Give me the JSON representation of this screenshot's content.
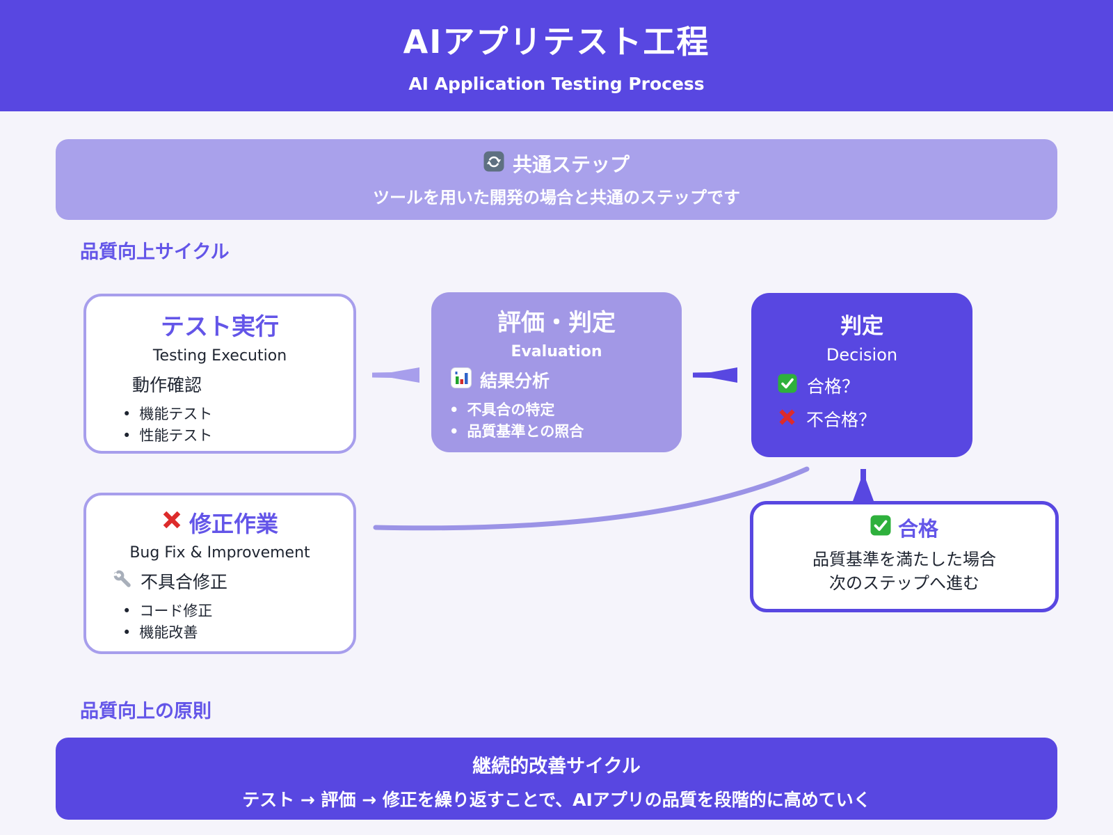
{
  "header": {
    "title": "AIアプリテスト工程",
    "subtitle": "AI Application Testing Process"
  },
  "common_step": {
    "icon": "refresh-icon",
    "title": "共通ステップ",
    "subtitle": "ツールを用いた開発の場合と共通のステップです"
  },
  "sections": {
    "cycle_heading": "品質向上サイクル",
    "principle_heading": "品質向上の原則"
  },
  "boxes": {
    "test_execution": {
      "title": "テスト実行",
      "subtitle": "Testing Execution",
      "lead": "動作確認",
      "bullets": [
        "機能テスト",
        "性能テスト"
      ]
    },
    "evaluation": {
      "title": "評価・判定",
      "subtitle": "Evaluation",
      "lead_icon": "bar-chart-icon",
      "lead": "結果分析",
      "bullets": [
        "不具合の特定",
        "品質基準との照合"
      ]
    },
    "decision": {
      "title": "判定",
      "subtitle": "Decision",
      "items": [
        {
          "icon": "check-icon",
          "label": "合格？"
        },
        {
          "icon": "cross-icon",
          "label": "不合格？"
        }
      ]
    },
    "bug_fix": {
      "title_icon": "cross-icon",
      "title": "修正作業",
      "subtitle": "Bug Fix & Improvement",
      "lead_icon": "wrench-icon",
      "lead": "不具合修正",
      "bullets": [
        "コード修正",
        "機能改善"
      ]
    },
    "pass": {
      "title_icon": "check-icon",
      "title": "合格",
      "lines": [
        "品質基準を満たした場合",
        "次のステップへ進む"
      ]
    }
  },
  "footer": {
    "title": "継続的改善サイクル",
    "subtitle": "テスト → 評価 → 修正を繰り返すことで、AIアプリの品質を段階的に高めていく"
  },
  "colors": {
    "primary": "#5847E1",
    "light_purple": "#A9A1EB",
    "eval_fill": "#A298E6",
    "light_border": "#A79EEC",
    "accent_text": "#6355E8",
    "background": "#F5F4FB",
    "red": "#DD2B2B",
    "green": "#2EB03C",
    "curve": "#9B93E6"
  }
}
